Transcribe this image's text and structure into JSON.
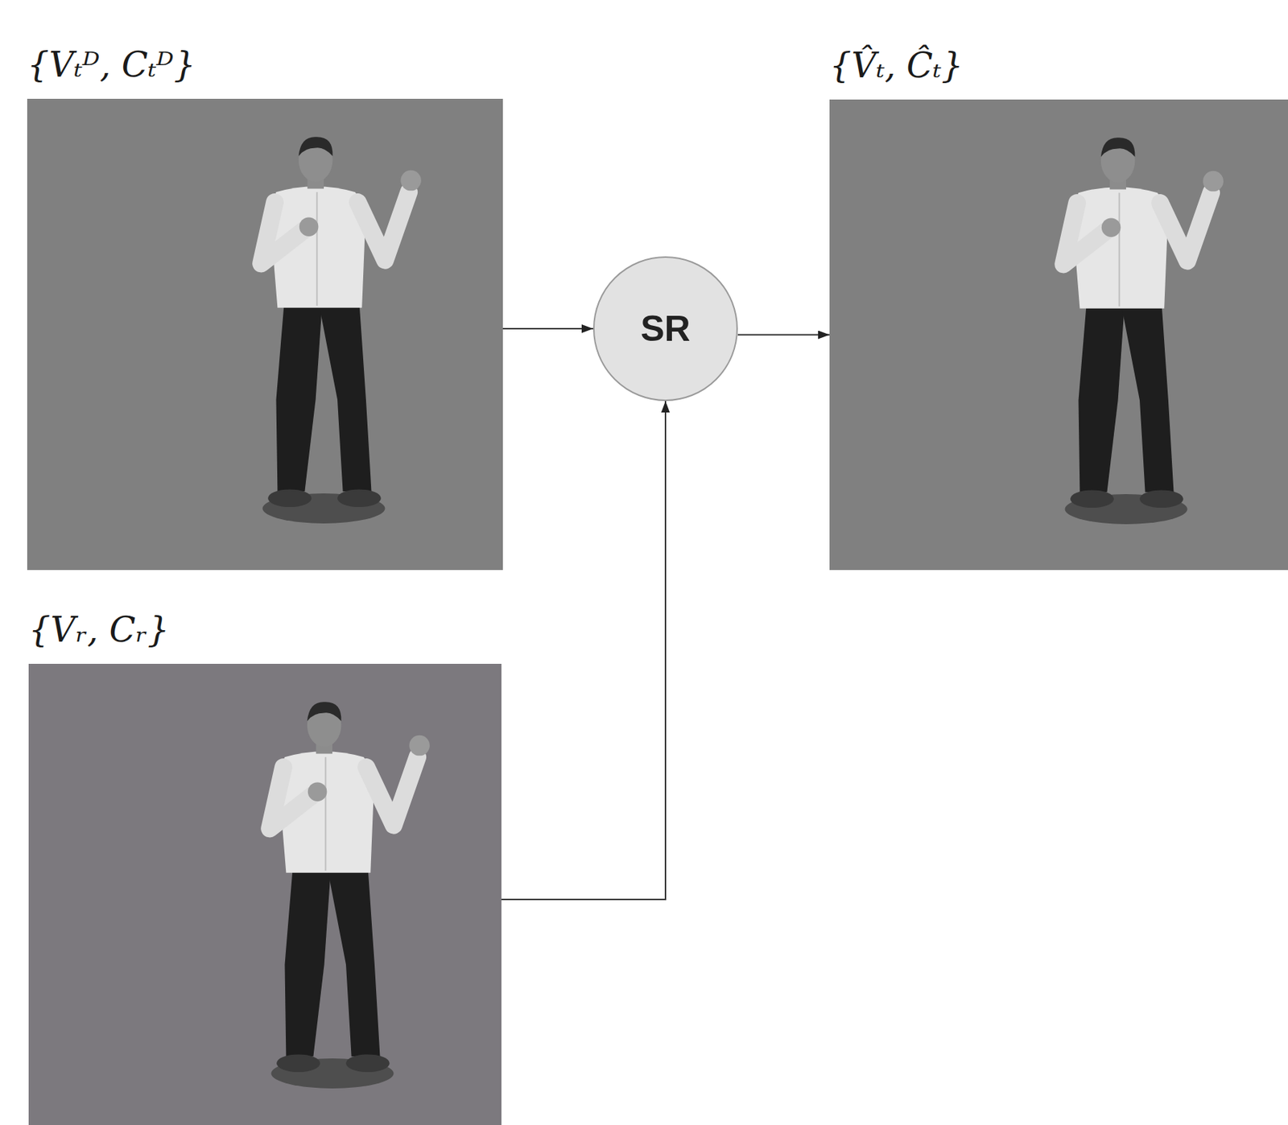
{
  "diagram": {
    "nodes": [
      {
        "text": [
          "{Vₜᴰ, Cₜᴰ}"
        ]
      },
      {
        "text": [
          "SR"
        ]
      },
      {
        "text": [
          "{V̂ₜ, Ĉₜ}"
        ]
      },
      {
        "text": [
          "{Vᵣ, Cᵣ}"
        ]
      }
    ],
    "edges": [
      {
        "from": 0,
        "to": 1,
        "arrow": "to"
      },
      {
        "from": 3,
        "to": 1,
        "arrow": "to"
      },
      {
        "from": 1,
        "to": 2,
        "arrow": "to"
      }
    ]
  }
}
